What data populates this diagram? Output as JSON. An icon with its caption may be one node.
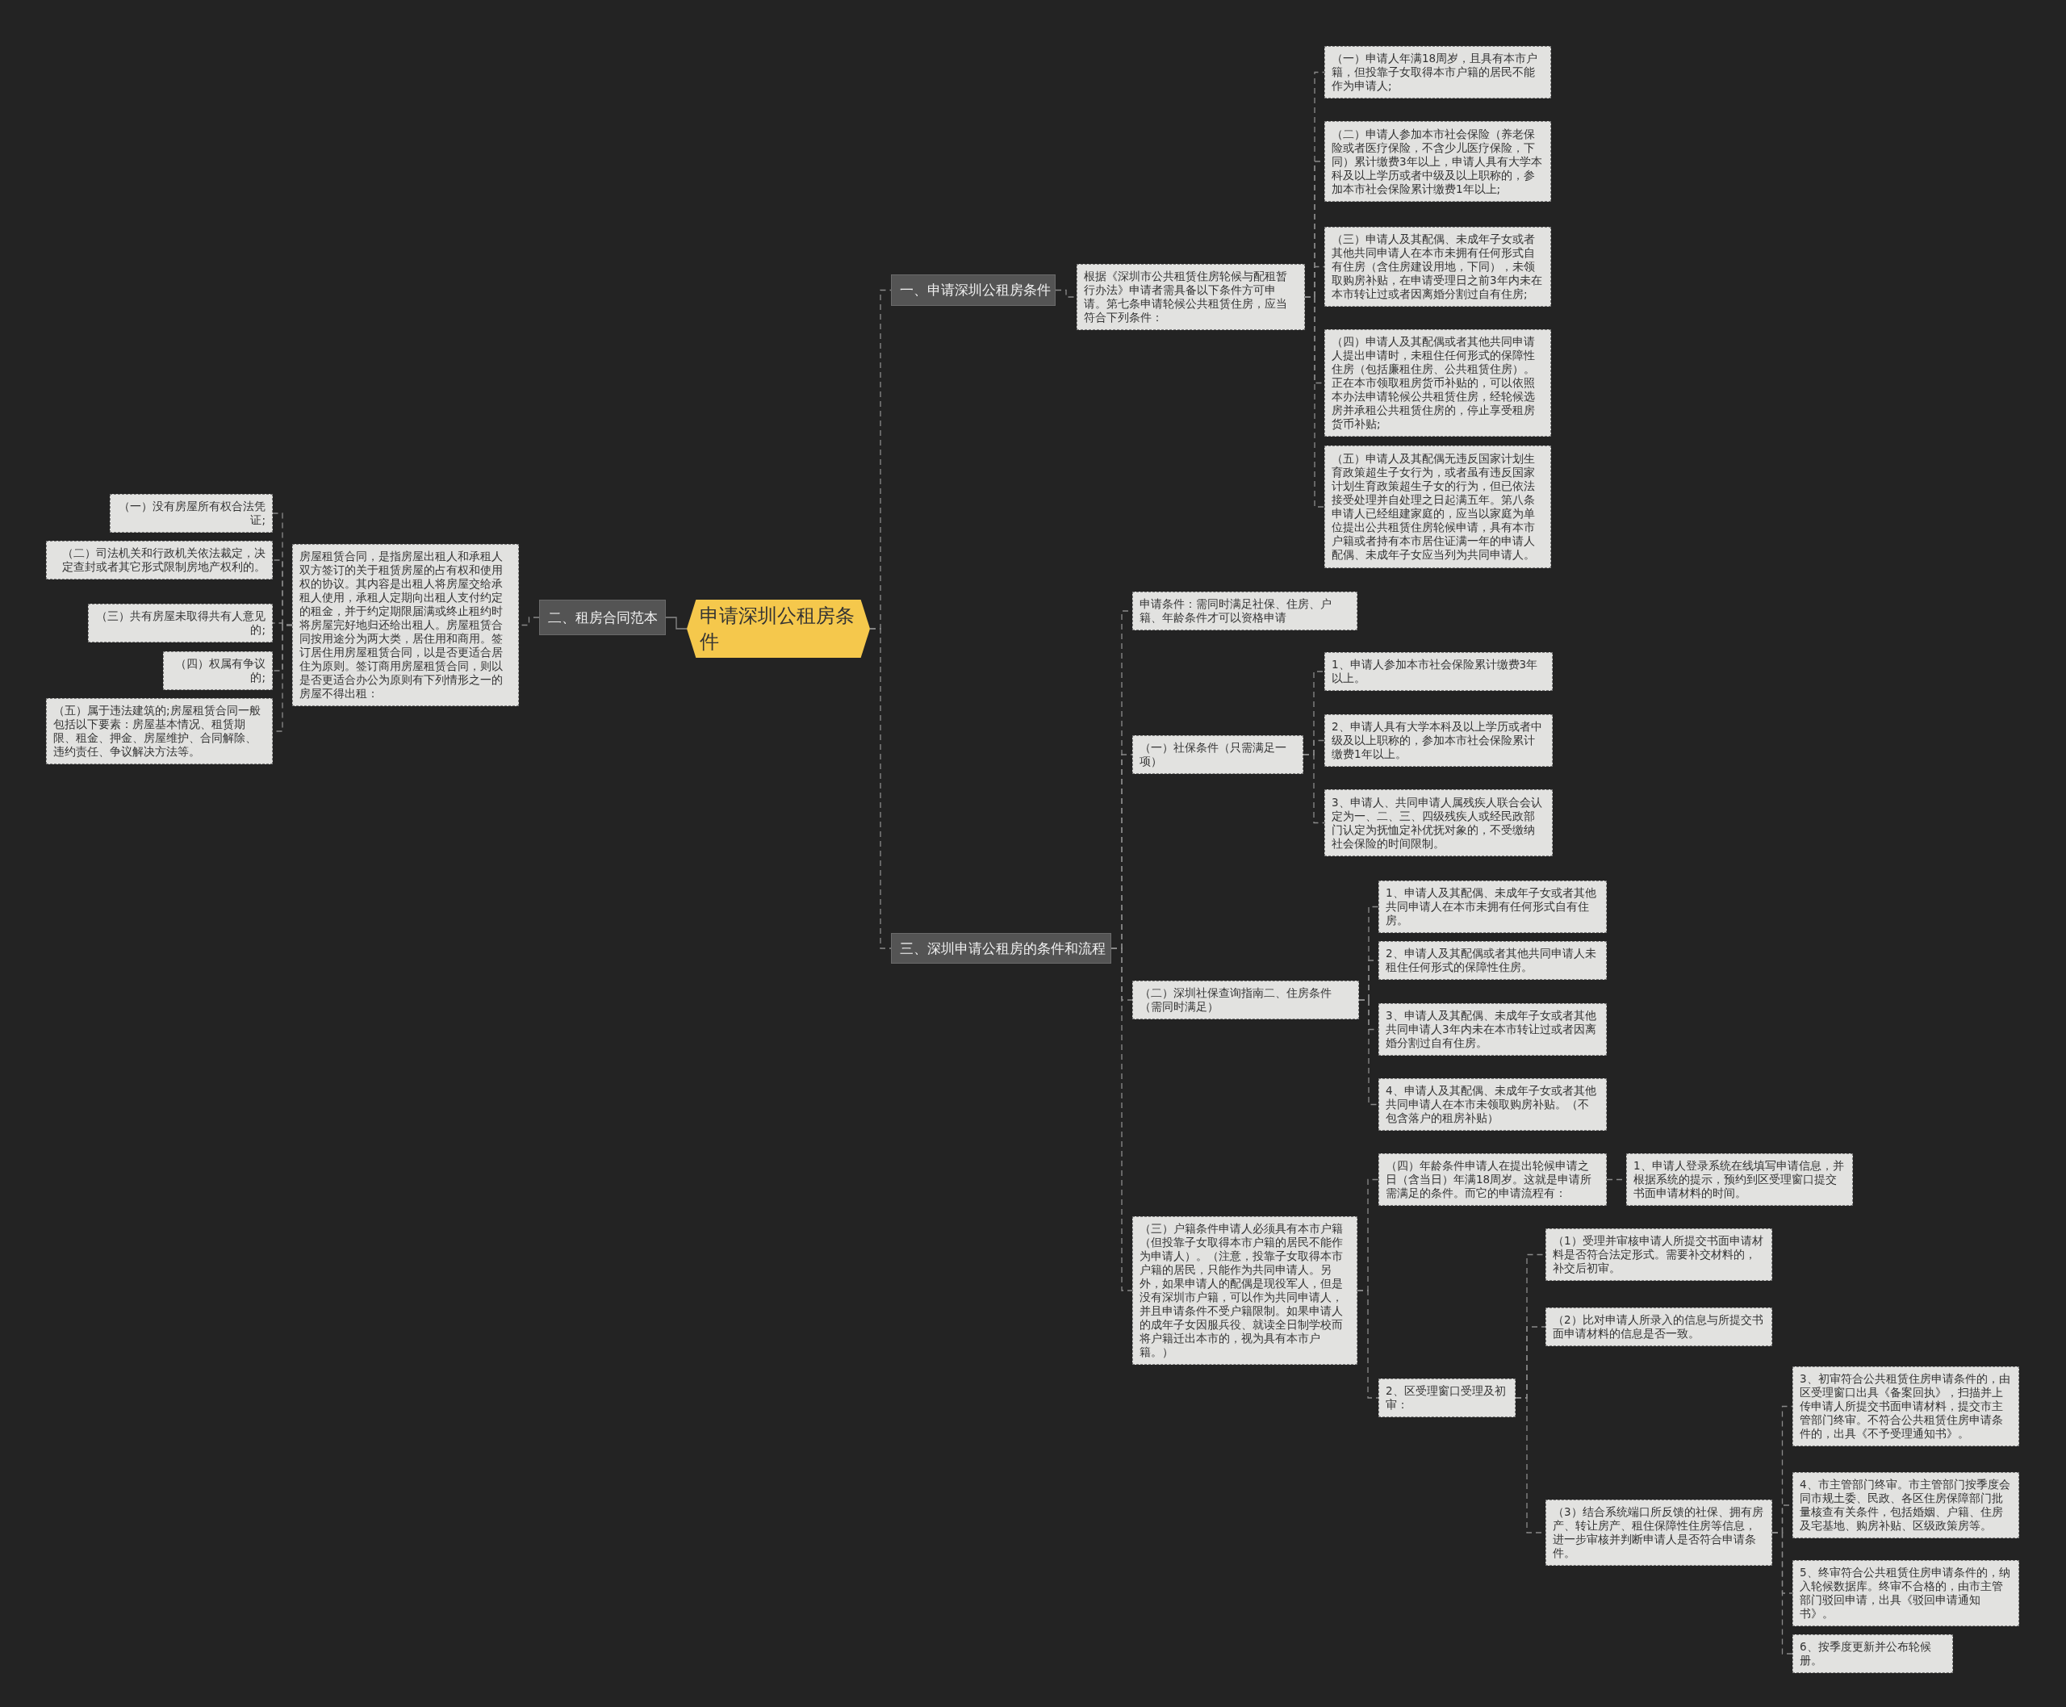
{
  "diagram": {
    "nodes": [
      {
        "text": [
          "申请深圳公租房条件"
        ]
      },
      {
        "text": [
          "一、申请深圳公租房条件"
        ]
      },
      {
        "text": [
          "根据《深圳市公共租赁住房轮候与配租暂行办法》申请者需具备以下条件方可申请。第七条申请轮候公共租赁住房，应当符合下列条件："
        ]
      },
      {
        "text": [
          "（一）申请人年满18周岁，且具有本市户籍，但投靠子女取得本市户籍的居民不能作为申请人;"
        ]
      },
      {
        "text": [
          "（二）申请人参加本市社会保险（养老保险或者医疗保险，不含少儿医疗保险，下同）累计缴费3年以上，申请人具有大学本科及以上学历或者中级及以上职称的，参加本市社会保险累计缴费1年以上;"
        ]
      },
      {
        "text": [
          "（三）申请人及其配偶、未成年子女或者其他共同申请人在本市未拥有任何形式自有住房（含住房建设用地，下同），未领取购房补贴，在申请受理日之前3年内未在本市转让过或者因离婚分割过自有住房;"
        ]
      },
      {
        "text": [
          "（四）申请人及其配偶或者其他共同申请人提出申请时，未租住任何形式的保障性住房（包括廉租住房、公共租赁住房）。正在本市领取租房货币补贴的，可以依照本办法申请轮候公共租赁住房，经轮候选房并承租公共租赁住房的，停止享受租房货币补贴;"
        ]
      },
      {
        "text": [
          "（五）申请人及其配偶无违反国家计划生育政策超生子女行为，或者虽有违反国家计划生育政策超生子女的行为，但已依法接受处理并自处理之日起满五年。第八条申请人已经组建家庭的，应当以家庭为单位提出公共租赁住房轮候申请，具有本市户籍或者持有本市居住证满一年的申请人配偶、未成年子女应当列为共同申请人。"
        ]
      },
      {
        "text": [
          "二、租房合同范本"
        ]
      },
      {
        "text": [
          "房屋租赁合同，是指房屋出租人和承租人双方签订的关于租赁房屋的占有权和使用权的协议。其内容是出租人将房屋交给承租人使用，承租人定期向出租人支付约定的租金，并于约定期限届满或终止租约时将房屋完好地归还给出租人。房屋租赁合同按用途分为两大类，居住用和商用。签订居住用房屋租赁合同，以是否更适合居住为原则。签订商用房屋租赁合同，则以是否更适合办公为原则有下列情形之一的房屋不得出租："
        ]
      },
      {
        "text": [
          "（一）没有房屋所有权合法凭证;"
        ]
      },
      {
        "text": [
          "（二）司法机关和行政机关依法裁定，决定查封或者其它形式限制房地产权利的。"
        ]
      },
      {
        "text": [
          "（三）共有房屋未取得共有人意见的;"
        ]
      },
      {
        "text": [
          "（四）权属有争议的;"
        ]
      },
      {
        "text": [
          "（五）属于违法建筑的;房屋租赁合同一般包括以下要素：房屋基本情况、租赁期限、租金、押金、房屋维护、合同解除、违约责任、争议解决方法等。"
        ]
      },
      {
        "text": [
          "三、深圳申请公租房的条件和流程"
        ]
      },
      {
        "text": [
          "申请条件：需同时满足社保、住房、户籍、年龄条件才可以资格申请"
        ]
      },
      {
        "text": [
          "（一）社保条件（只需满足一项）"
        ]
      },
      {
        "text": [
          "1、申请人参加本市社会保险累计缴费3年以上。"
        ]
      },
      {
        "text": [
          "2、申请人具有大学本科及以上学历或者中级及以上职称的，参加本市社会保险累计缴费1年以上。"
        ]
      },
      {
        "text": [
          "3、申请人、共同申请人属残疾人联合会认定为一、二、三、四级残疾人或经民政部门认定为抚恤定补优抚对象的，不受缴纳社会保险的时间限制。"
        ]
      },
      {
        "text": [
          "（二）深圳社保查询指南二、住房条件（需同时满足）"
        ]
      },
      {
        "text": [
          "1、申请人及其配偶、未成年子女或者其他共同申请人在本市未拥有任何形式自有住房。"
        ]
      },
      {
        "text": [
          "2、申请人及其配偶或者其他共同申请人未租住任何形式的保障性住房。"
        ]
      },
      {
        "text": [
          "3、申请人及其配偶、未成年子女或者其他共同申请人3年内未在本市转让过或者因离婚分割过自有住房。"
        ]
      },
      {
        "text": [
          "4、申请人及其配偶、未成年子女或者其他共同申请人在本市未领取购房补贴。（不包含落户的租房补贴）"
        ]
      },
      {
        "text": [
          "（三）户籍条件申请人必须具有本市户籍（但投靠子女取得本市户籍的居民不能作为申请人）。（注意，投靠子女取得本市户籍的居民，只能作为共同申请人。另外，如果申请人的配偶是现役军人，但是没有深圳市户籍，可以作为共同申请人，并且申请条件不受户籍限制。如果申请人的成年子女因服兵役、就读全日制学校而将户籍迁出本市的，视为具有本市户籍。）"
        ]
      },
      {
        "text": [
          "（四）年龄条件申请人在提出轮候申请之日（含当日）年满18周岁。这就是申请所需满足的条件。而它的申请流程有："
        ]
      },
      {
        "text": [
          "1、申请人登录系统在线填写申请信息，并根据系统的提示，预约到区受理窗口提交书面申请材料的时间。"
        ]
      },
      {
        "text": [
          "2、区受理窗口受理及初审："
        ]
      },
      {
        "text": [
          "（1）受理并审核申请人所提交书面申请材料是否符合法定形式。需要补交材料的，补交后初审。"
        ]
      },
      {
        "text": [
          "（2）比对申请人所录入的信息与所提交书面申请材料的信息是否一致。"
        ]
      },
      {
        "text": [
          "（3）结合系统端口所反馈的社保、拥有房产、转让房产、租住保障性住房等信息，进一步审核并判断申请人是否符合申请条件。"
        ]
      },
      {
        "text": [
          "3、初审符合公共租赁住房申请条件的，由区受理窗口出具《备案回执》，扫描并上传申请人所提交书面申请材料，提交市主管部门终审。不符合公共租赁住房申请条件的，出具《不予受理通知书》。"
        ]
      },
      {
        "text": [
          "4、市主管部门终审。市主管部门按季度会同市规土委、民政、各区住房保障部门批量核查有关条件，包括婚姻、户籍、住房及宅基地、购房补贴、区级政策房等。"
        ]
      },
      {
        "text": [
          "5、终审符合公共租赁住房申请条件的，纳入轮候数据库。终审不合格的，由市主管部门驳回申请，出具《驳回申请通知书》。"
        ]
      },
      {
        "text": [
          "6、按季度更新并公布轮候册。"
        ]
      }
    ],
    "edges": [
      {
        "from": 0,
        "to": 1,
        "arrow": "none",
        "style": "dashed"
      },
      {
        "from": 1,
        "to": 2,
        "arrow": "none",
        "style": "dashed"
      },
      {
        "from": 2,
        "to": 3,
        "arrow": "none",
        "style": "dashed"
      },
      {
        "from": 2,
        "to": 4,
        "arrow": "none",
        "style": "dashed"
      },
      {
        "from": 2,
        "to": 5,
        "arrow": "none",
        "style": "dashed"
      },
      {
        "from": 2,
        "to": 6,
        "arrow": "none",
        "style": "dashed"
      },
      {
        "from": 2,
        "to": 7,
        "arrow": "none",
        "style": "dashed"
      },
      {
        "from": 0,
        "to": 8,
        "arrow": "none"
      },
      {
        "from": 8,
        "to": 9,
        "arrow": "none",
        "style": "dashed"
      },
      {
        "from": 9,
        "to": 10,
        "arrow": "none",
        "style": "dashed"
      },
      {
        "from": 9,
        "to": 11,
        "arrow": "none",
        "style": "dashed"
      },
      {
        "from": 9,
        "to": 12,
        "arrow": "none",
        "style": "dashed"
      },
      {
        "from": 9,
        "to": 13,
        "arrow": "none",
        "style": "dashed"
      },
      {
        "from": 9,
        "to": 14,
        "arrow": "none",
        "style": "dashed"
      },
      {
        "from": 0,
        "to": 15,
        "arrow": "none",
        "style": "dashed"
      },
      {
        "from": 15,
        "to": 16,
        "arrow": "none",
        "style": "dashed"
      },
      {
        "from": 15,
        "to": 17,
        "arrow": "none",
        "style": "dashed"
      },
      {
        "from": 17,
        "to": 18,
        "arrow": "none",
        "style": "dashed"
      },
      {
        "from": 17,
        "to": 19,
        "arrow": "none",
        "style": "dashed"
      },
      {
        "from": 17,
        "to": 20,
        "arrow": "none",
        "style": "dashed"
      },
      {
        "from": 15,
        "to": 21,
        "arrow": "none",
        "style": "dashed"
      },
      {
        "from": 21,
        "to": 22,
        "arrow": "none",
        "style": "dashed"
      },
      {
        "from": 21,
        "to": 23,
        "arrow": "none",
        "style": "dashed"
      },
      {
        "from": 21,
        "to": 24,
        "arrow": "none",
        "style": "dashed"
      },
      {
        "from": 21,
        "to": 25,
        "arrow": "none",
        "style": "dashed"
      },
      {
        "from": 15,
        "to": 26,
        "arrow": "none",
        "style": "dashed"
      },
      {
        "from": 26,
        "to": 27,
        "arrow": "none",
        "style": "dashed"
      },
      {
        "from": 27,
        "to": 28,
        "arrow": "none",
        "style": "dashed"
      },
      {
        "from": 26,
        "to": 29,
        "arrow": "none",
        "style": "dashed"
      },
      {
        "from": 29,
        "to": 30,
        "arrow": "none",
        "style": "dashed"
      },
      {
        "from": 29,
        "to": 31,
        "arrow": "none",
        "style": "dashed"
      },
      {
        "from": 29,
        "to": 32,
        "arrow": "none",
        "style": "dashed"
      },
      {
        "from": 32,
        "to": 33,
        "arrow": "none",
        "style": "dashed"
      },
      {
        "from": 32,
        "to": 34,
        "arrow": "none",
        "style": "dashed"
      },
      {
        "from": 32,
        "to": 35,
        "arrow": "none",
        "style": "dashed"
      },
      {
        "from": 32,
        "to": 36,
        "arrow": "none",
        "style": "dashed"
      }
    ]
  }
}
